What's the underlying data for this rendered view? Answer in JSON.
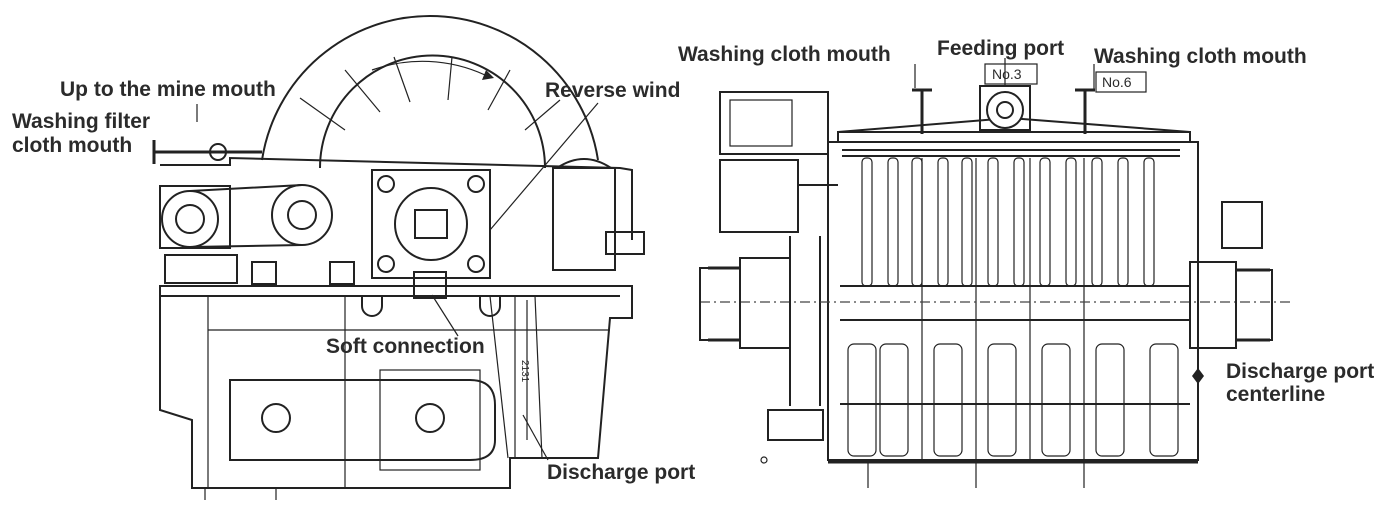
{
  "labels": {
    "up_to_mine_mouth": "Up to the mine mouth",
    "washing_filter_cloth_line1": "Washing filter",
    "washing_filter_cloth_line2": "cloth mouth",
    "reverse_wind": "Reverse wind",
    "soft_connection": "Soft connection",
    "discharge_port": "Discharge port",
    "washing_cloth_mouth_left": "Washing cloth mouth",
    "feeding_port": "Feeding port",
    "washing_cloth_mouth_right": "Washing cloth mouth",
    "discharge_centerline_line1": "Discharge port",
    "discharge_centerline_line2": "centerline",
    "tag_no3": "No.3",
    "tag_no6": "No.6",
    "dim_text": "2131"
  }
}
